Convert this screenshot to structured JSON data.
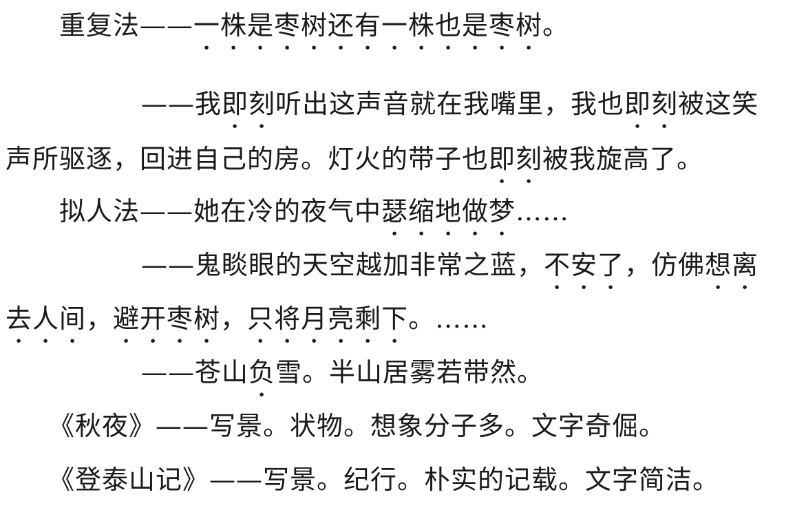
{
  "lines": [
    {
      "pre": "重复法——",
      "emph": "一株是枣树还有一株也是枣树",
      "post": "。"
    },
    {
      "pre": "——我",
      "emph": "即刻",
      "mid": "听出这声音就在我嘴里，我也",
      "emph2": "即刻",
      "post": "被这笑"
    },
    {
      "pre": "声所驱逐，回进自己的房。灯火的带子也",
      "emph": "即刻",
      "post": "被我旋高了。"
    },
    {
      "pre": "拟人法——她在冷的夜气中",
      "emph": "瑟缩地做梦",
      "post": "……"
    },
    {
      "pre": "——鬼睒眼的天空越加非常之蓝，",
      "emph": "不安了",
      "mid": "，仿佛",
      "emph2": "想离",
      "post": ""
    },
    {
      "pre": "",
      "emph": "去人间",
      "mid": "，",
      "emph2": "避开枣树",
      "mid2": "，",
      "emph3": "只将月亮剩下",
      "post": "。……"
    },
    {
      "pre": "——苍山",
      "emph": "负",
      "post": "雪。半山居雾若带然。"
    },
    {
      "pre": "《秋夜》——写景。状物。想象分子多。文字奇倔。"
    },
    {
      "pre": "《登泰山记》——写景。纪行。朴实的记载。文字简洁。"
    }
  ]
}
